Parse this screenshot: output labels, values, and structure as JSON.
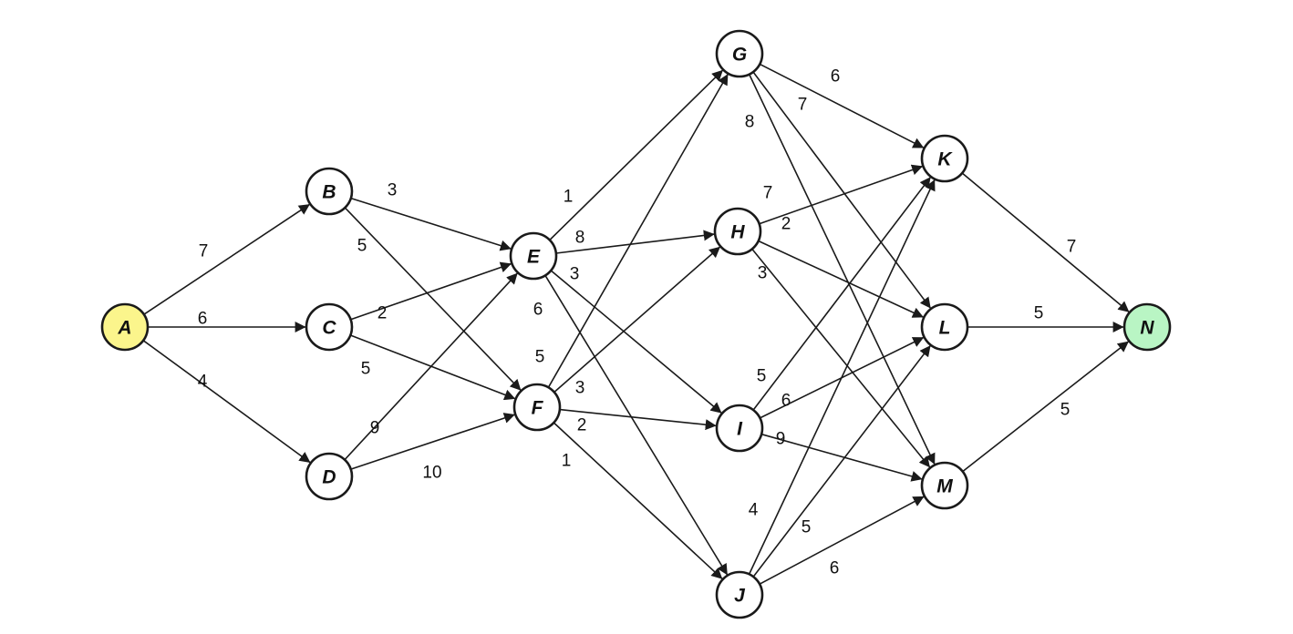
{
  "graph": {
    "nodes": [
      {
        "id": "A",
        "label": "A",
        "fill": "#fbf58c"
      },
      {
        "id": "B",
        "label": "B",
        "fill": "#ffffff"
      },
      {
        "id": "C",
        "label": "C",
        "fill": "#ffffff"
      },
      {
        "id": "D",
        "label": "D",
        "fill": "#ffffff"
      },
      {
        "id": "E",
        "label": "E",
        "fill": "#ffffff"
      },
      {
        "id": "F",
        "label": "F",
        "fill": "#ffffff"
      },
      {
        "id": "G",
        "label": "G",
        "fill": "#ffffff"
      },
      {
        "id": "H",
        "label": "H",
        "fill": "#ffffff"
      },
      {
        "id": "I",
        "label": "I",
        "fill": "#ffffff"
      },
      {
        "id": "J",
        "label": "J",
        "fill": "#ffffff"
      },
      {
        "id": "K",
        "label": "K",
        "fill": "#ffffff"
      },
      {
        "id": "L",
        "label": "L",
        "fill": "#ffffff"
      },
      {
        "id": "M",
        "label": "M",
        "fill": "#ffffff"
      },
      {
        "id": "N",
        "label": "N",
        "fill": "#b9f5c4"
      }
    ],
    "edges": [
      {
        "from": "A",
        "to": "B",
        "weight": "7"
      },
      {
        "from": "A",
        "to": "C",
        "weight": "6"
      },
      {
        "from": "A",
        "to": "D",
        "weight": "4"
      },
      {
        "from": "B",
        "to": "E",
        "weight": "3"
      },
      {
        "from": "B",
        "to": "F",
        "weight": "5"
      },
      {
        "from": "C",
        "to": "E",
        "weight": "2"
      },
      {
        "from": "C",
        "to": "F",
        "weight": "5"
      },
      {
        "from": "D",
        "to": "E",
        "weight": "9"
      },
      {
        "from": "D",
        "to": "F",
        "weight": "10"
      },
      {
        "from": "E",
        "to": "G",
        "weight": "1"
      },
      {
        "from": "E",
        "to": "H",
        "weight": "8"
      },
      {
        "from": "E",
        "to": "I",
        "weight": "3"
      },
      {
        "from": "E",
        "to": "J",
        "weight": "6"
      },
      {
        "from": "F",
        "to": "G",
        "weight": "5"
      },
      {
        "from": "F",
        "to": "H",
        "weight": "3"
      },
      {
        "from": "F",
        "to": "I",
        "weight": "2"
      },
      {
        "from": "F",
        "to": "J",
        "weight": "1"
      },
      {
        "from": "G",
        "to": "K",
        "weight": "6"
      },
      {
        "from": "G",
        "to": "L",
        "weight": "7"
      },
      {
        "from": "G",
        "to": "M",
        "weight": "8"
      },
      {
        "from": "H",
        "to": "K",
        "weight": "7"
      },
      {
        "from": "H",
        "to": "L",
        "weight": "2"
      },
      {
        "from": "H",
        "to": "M",
        "weight": "3"
      },
      {
        "from": "I",
        "to": "K",
        "weight": "5"
      },
      {
        "from": "I",
        "to": "L",
        "weight": "6"
      },
      {
        "from": "I",
        "to": "M",
        "weight": "9"
      },
      {
        "from": "J",
        "to": "K",
        "weight": "4"
      },
      {
        "from": "J",
        "to": "L",
        "weight": "5"
      },
      {
        "from": "J",
        "to": "M",
        "weight": "6"
      },
      {
        "from": "K",
        "to": "N",
        "weight": "7"
      },
      {
        "from": "L",
        "to": "N",
        "weight": "5"
      },
      {
        "from": "M",
        "to": "N",
        "weight": "5"
      }
    ]
  }
}
